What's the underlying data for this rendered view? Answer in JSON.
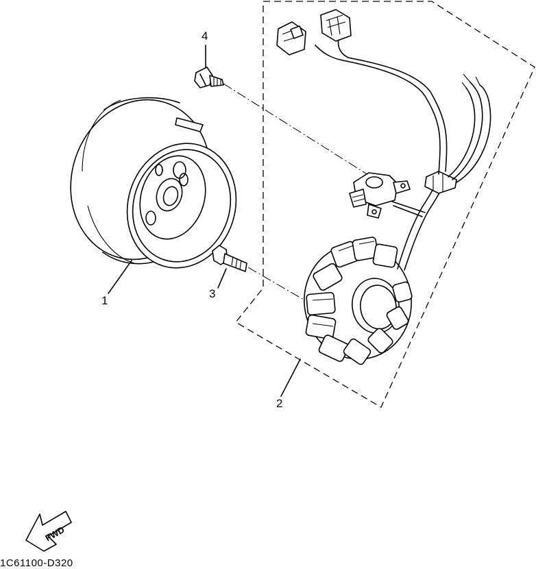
{
  "callouts": {
    "part_1": "1",
    "part_2": "2",
    "part_3": "3",
    "part_4": "4"
  },
  "fwd_label": "FWD",
  "diagram_code": "1C61100-D320",
  "colors": {
    "ink": "#000000",
    "paper": "#ffffff"
  }
}
